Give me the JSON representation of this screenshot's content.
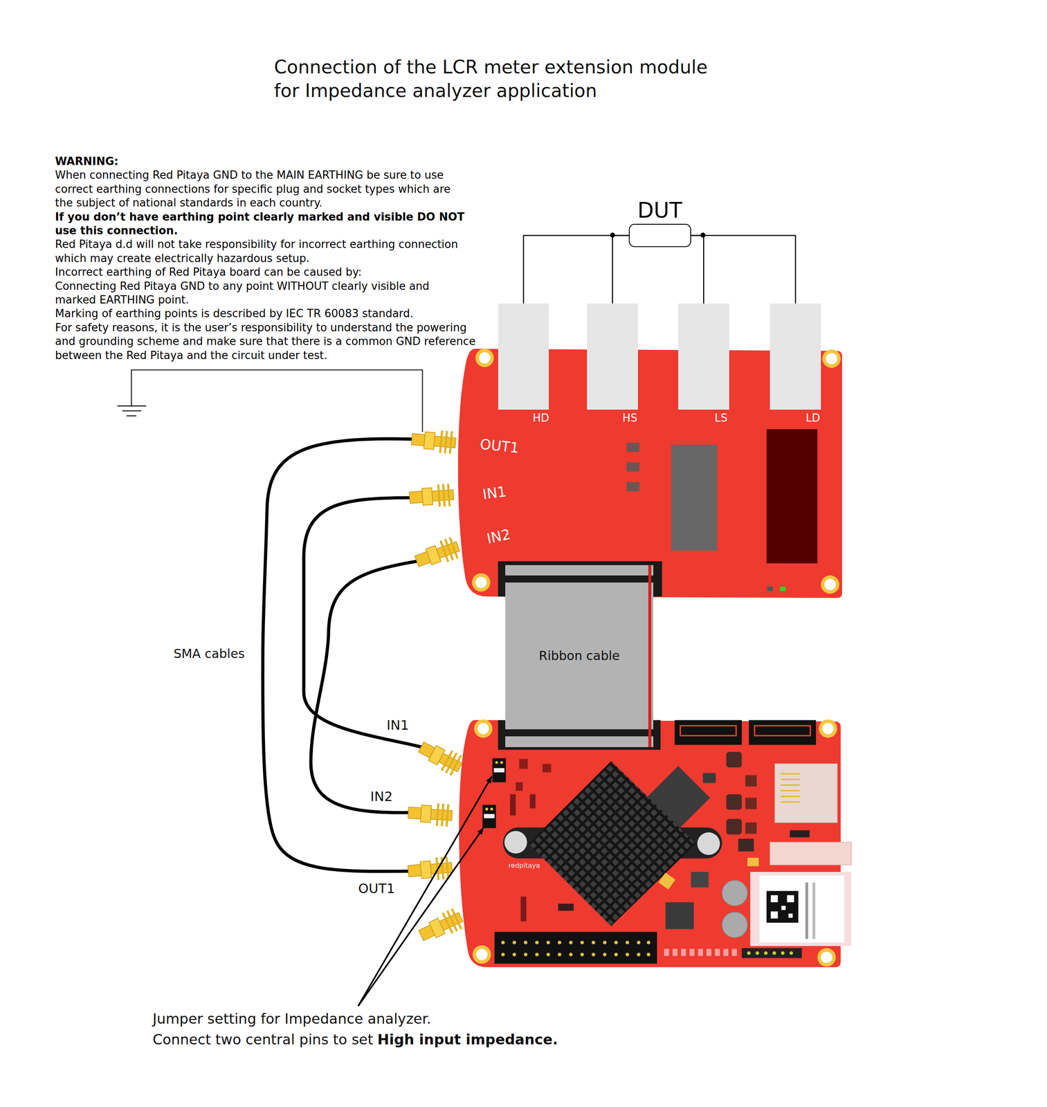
{
  "diagram": {
    "title": "Connection of the LCR meter extension module for Impedance analyzer application",
    "nodes": [
      {
        "text": [
          "DUT"
        ]
      },
      {
        "text": [
          "HD"
        ]
      },
      {
        "text": [
          "HS"
        ]
      },
      {
        "text": [
          "LS"
        ]
      },
      {
        "text": [
          "LD"
        ]
      },
      {
        "text": [
          "Ribbon cable"
        ]
      }
    ],
    "edges": [
      {
        "from": 0,
        "to": 1,
        "arrow": "none"
      },
      {
        "from": 0,
        "to": 2,
        "arrow": "none"
      },
      {
        "from": 0,
        "to": 3,
        "arrow": "none"
      },
      {
        "from": 0,
        "to": 4,
        "arrow": "none"
      }
    ],
    "labels": [
      "WARNING:",
      "When connecting Red Pitaya GND to the MAIN EARTHING be sure to use correct earthing connections for specific plug and socket types which are the subject of national standards in each country.",
      "If you don’t have earthing point clearly marked and visible DO NOT use this connection.",
      "Red Pitaya d.d will not take responsibility for incorrect earthing connection which may create electrically hazardous setup.",
      "Incorrect earthing of Red Pitaya board can be caused by:",
      "Connecting Red Pitaya GND to any point WITHOUT clearly visible and marked EARTHING point.",
      "Marking of earthing points is described by IEC TR 60083 standard.",
      "For safety reasons, it is the user’s responsibility to understand the powering and grounding scheme and make sure that there is a common GND reference between the Red Pitaya and the circuit under test.",
      "OUT1",
      "IN1",
      "IN2",
      "SMA cables",
      "IN1",
      "IN2",
      "OUT1",
      "redpitaya",
      "Jumper setting for Impedance analyzer.",
      "Connect two central pins to set",
      "High input impedance."
    ]
  }
}
